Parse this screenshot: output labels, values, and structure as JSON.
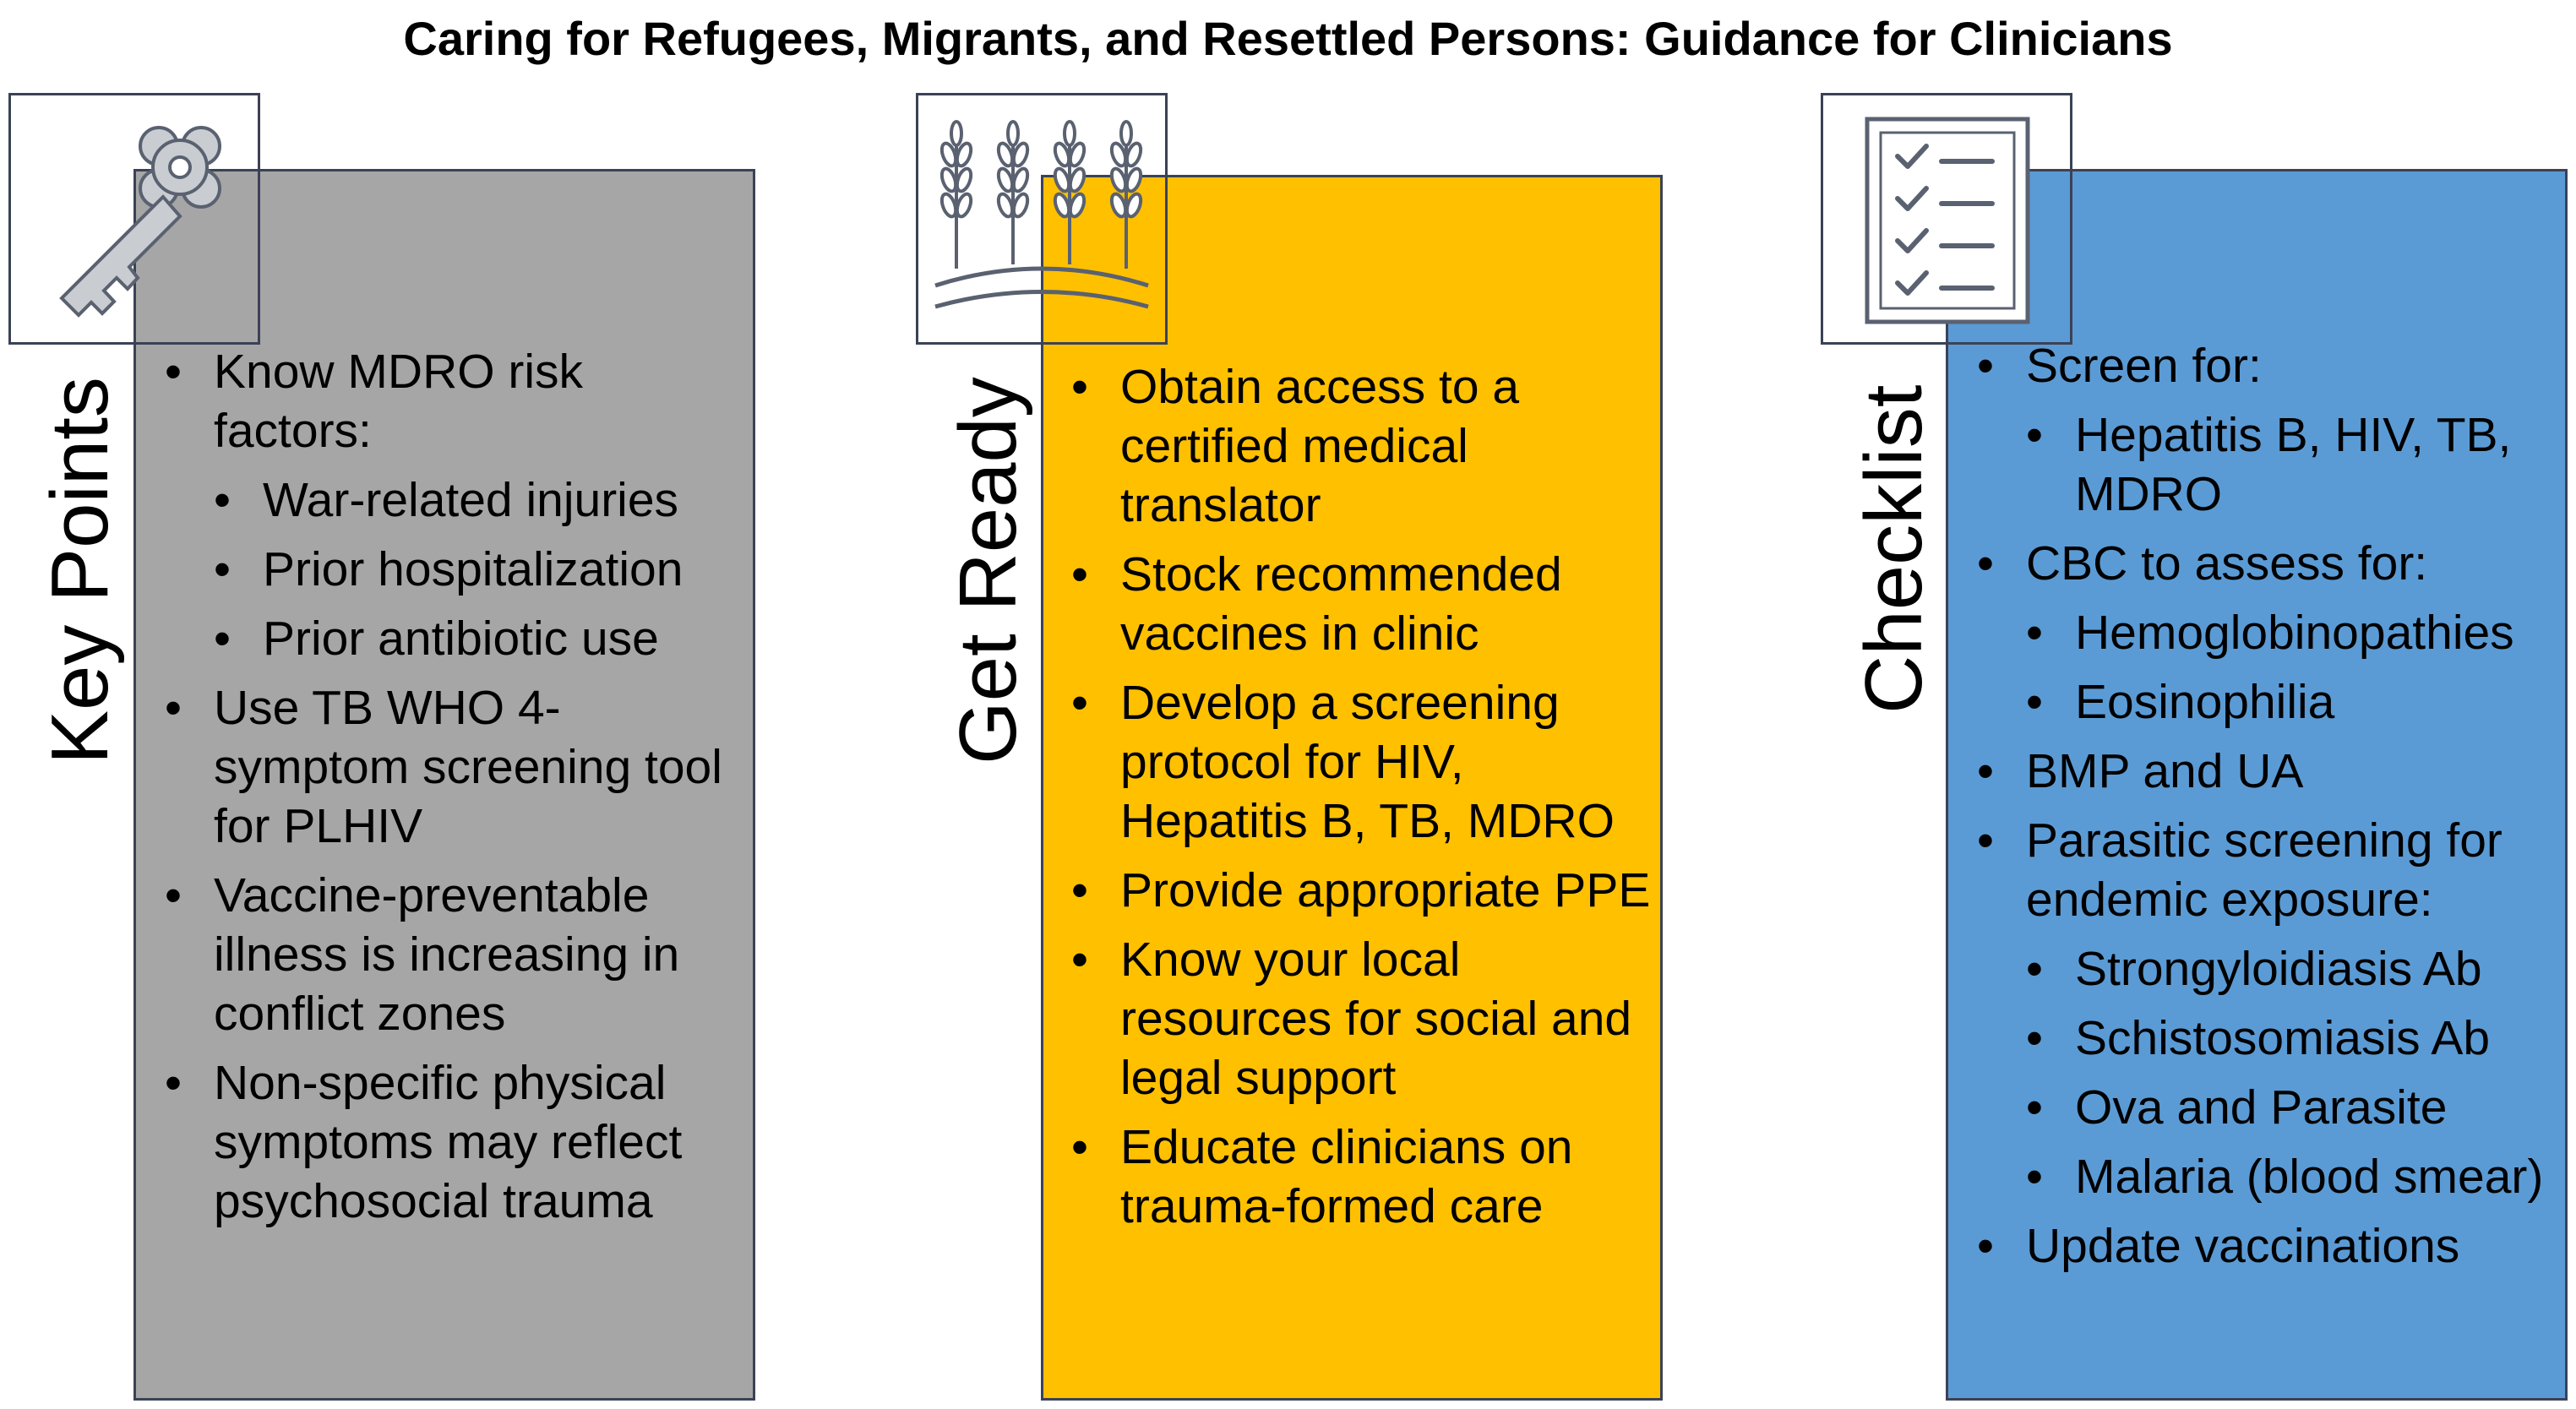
{
  "title": "Caring for Refugees, Migrants, and Resettled Persons: Guidance for Clinicians",
  "colors": {
    "gray_panel": "#a6a6a6",
    "yellow_panel": "#ffc000",
    "blue_panel": "#5b9bd5",
    "outline": "#3b4256"
  },
  "columns": [
    {
      "label": "Key Points",
      "icon": "key-icon",
      "items": [
        {
          "text": "Know MDRO risk factors:",
          "level": 1
        },
        {
          "text": "War-related injuries",
          "level": 2
        },
        {
          "text": "Prior hospitalization",
          "level": 2
        },
        {
          "text": "Prior antibiotic use",
          "level": 2
        },
        {
          "text": "Use TB WHO 4-symptom screening tool for PLHIV",
          "level": 1
        },
        {
          "text": "Vaccine-preventable illness is increasing in conflict zones",
          "level": 1
        },
        {
          "text": "Non-specific physical symptoms may reflect psychosocial trauma",
          "level": 1
        }
      ]
    },
    {
      "label": "Get Ready",
      "icon": "wheat-icon",
      "items": [
        {
          "text": "Obtain access to a certified medical translator",
          "level": 1
        },
        {
          "text": "Stock recommended vaccines in clinic",
          "level": 1
        },
        {
          "text": "Develop a screening protocol for HIV, Hepatitis B, TB, MDRO",
          "level": 1
        },
        {
          "text": "Provide appropriate PPE",
          "level": 1
        },
        {
          "text": "Know your local resources for social and legal support",
          "level": 1
        },
        {
          "text": "Educate clinicians on trauma-formed care",
          "level": 1
        }
      ]
    },
    {
      "label": "Checklist",
      "icon": "checklist-icon",
      "items": [
        {
          "text": "Screen for:",
          "level": 1
        },
        {
          "text": "Hepatitis B, HIV, TB, MDRO",
          "level": 2
        },
        {
          "text": "CBC to assess for:",
          "level": 1
        },
        {
          "text": "Hemoglobinopathies",
          "level": 2
        },
        {
          "text": "Eosinophilia",
          "level": 2
        },
        {
          "text": "BMP and UA",
          "level": 1
        },
        {
          "text": "Parasitic screening for endemic exposure:",
          "level": 1
        },
        {
          "text": "Strongyloidiasis Ab",
          "level": 2
        },
        {
          "text": "Schistosomiasis Ab",
          "level": 2
        },
        {
          "text": "Ova and Parasite",
          "level": 2
        },
        {
          "text": "Malaria (blood smear)",
          "level": 2
        },
        {
          "text": "Update vaccinations",
          "level": 1
        }
      ]
    }
  ]
}
